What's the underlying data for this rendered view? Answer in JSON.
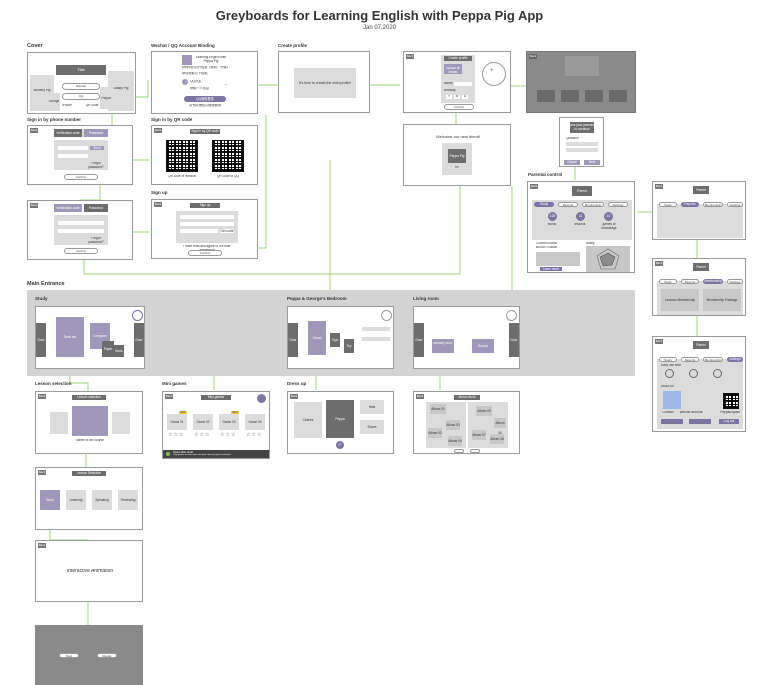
{
  "header": {
    "title": "Greyboards for Learning English with Peppa Pig App",
    "date": "Jan 07,2020"
  },
  "sections": {
    "cover": "Cover",
    "wechat": "Wechat / QQ  Account  Binding",
    "create_profile": "Create profile",
    "phone": "Sign in by phone number",
    "qr": "Sign in by QR code",
    "signup": "Sign up",
    "parental": "Parental control",
    "main": "Main Entrance",
    "study": "Study",
    "bedroom": "Peppa & George's Bedroom",
    "living": "Living room",
    "lesson": "Lesson selection",
    "minigames": "Mini games",
    "dressup": "Dress up"
  },
  "cover": {
    "title": "Title",
    "wechat": "Wechat",
    "qq": "QQ",
    "iphone": "iPhone",
    "qr_code": "QR code",
    "peppa": "Mummy Pig",
    "george": "George",
    "daddy": "Daddy Pig",
    "suzy": "Peppa"
  },
  "wechat_screen": {
    "app_name": "Learning English with Peppa Pig",
    "btn": "QQ授权登录",
    "note": "请完成授权以继续使用",
    "l1": "获得你的公开信息（昵称、头像）",
    "l2": "申请获取以下权限",
    "opt1": "QQ好友",
    "opt2": "获取个人信息"
  },
  "create_profile_screen": {
    "msg": "It's time to create the child profile!"
  },
  "profile_form": {
    "header": "Create profile",
    "field1": "Name",
    "field2": "Birthday",
    "confirm": "Confirm",
    "y": "Y",
    "m": "M",
    "d": "D",
    "avatar_hint": "Upload an avatar"
  },
  "welcome": {
    "text": "Welcome our new friend!",
    "box": "Peppa Pig",
    "sub": "Hi!"
  },
  "phone_screen": {
    "tab1": "Verification code",
    "tab2": "Password",
    "confirm": "Confirm",
    "code_btn": "Send",
    "hint": "Forgot password?"
  },
  "qr_screen": {
    "title": "Sign in by QR code",
    "cap1": "QR code of Wechat",
    "cap2": "QR code of QQ"
  },
  "signup_screen": {
    "title": "Sign up",
    "confirm": "Confirm",
    "get_code": "Get code",
    "agree": "I have read and agree to the user agreement"
  },
  "parental_screen": {
    "header": "Parent",
    "tab_study": "Study",
    "tab_report": "Reports",
    "tab_member": "Membership",
    "tab_settings": "Settings",
    "c1": "128",
    "c2": "12",
    "c3": "10",
    "cl1": "words",
    "cl2": "lessons",
    "cl3": "games of knowledge",
    "course": "Current course",
    "course_sub": "BRAVE Edition",
    "ability": "Ability",
    "view": "Learn more"
  },
  "parent_gate": {
    "title": "Ask your parents to continue",
    "q1": "Question",
    "cancel": "Cancel",
    "next": "Next"
  },
  "member_screen": {
    "title": "Parent",
    "opt1": "Lessons Membership",
    "opt2": "Membership Package"
  },
  "settings_screen": {
    "title": "Parent",
    "daily": "Daily use time",
    "about": "About us",
    "contact": "Contact",
    "wechat_official": "Wechat account",
    "peppa": "PeppaEnglish",
    "logout": "Log out",
    "qr_label": "QR"
  },
  "study_room": {
    "door_left": "Door",
    "door_right": "Door",
    "book": "Desk set",
    "computer": "Computer",
    "paper": "Paper",
    "book2": "Book"
  },
  "bedroom": {
    "door": "Door",
    "closet": "Closet",
    "toys": "Toys",
    "toy2": "Toy"
  },
  "living_room": {
    "door_left": "Door",
    "door_right": "Door",
    "memory": "Memory book",
    "record": "Record"
  },
  "lesson_screen": {
    "header": "Lesson selection",
    "course_name": "Name of the course"
  },
  "minigames_screen": {
    "header": "Mini games",
    "g1": "Game 01",
    "g2": "Game 02",
    "g3": "Game 03",
    "g4": "Game 04",
    "tag": "NEW",
    "banner_title": "Game Bite Gold",
    "banner_sub": "Play games to earn stars and gold coins for your collections"
  },
  "dressup_screen": {
    "clothes": "Clothes",
    "peppa": "Peppa",
    "hats": "Hats",
    "shoes": "Shoes"
  },
  "living_detail": {
    "header": "Album Book",
    "items": [
      "Album 01",
      "Album 02",
      "Album 03",
      "Album 04",
      "Album 05",
      "Album 06",
      "Album 07",
      "Album 08"
    ]
  },
  "lesson_types": {
    "header": "Lesson Selection",
    "story": "Story",
    "listening": "Listening",
    "speaking": "Speaking",
    "reviewing": "Reviewing"
  },
  "interactive": {
    "text": "Interactive Animation"
  },
  "end_screen": {
    "b1": "Next",
    "b2": "Replay"
  }
}
